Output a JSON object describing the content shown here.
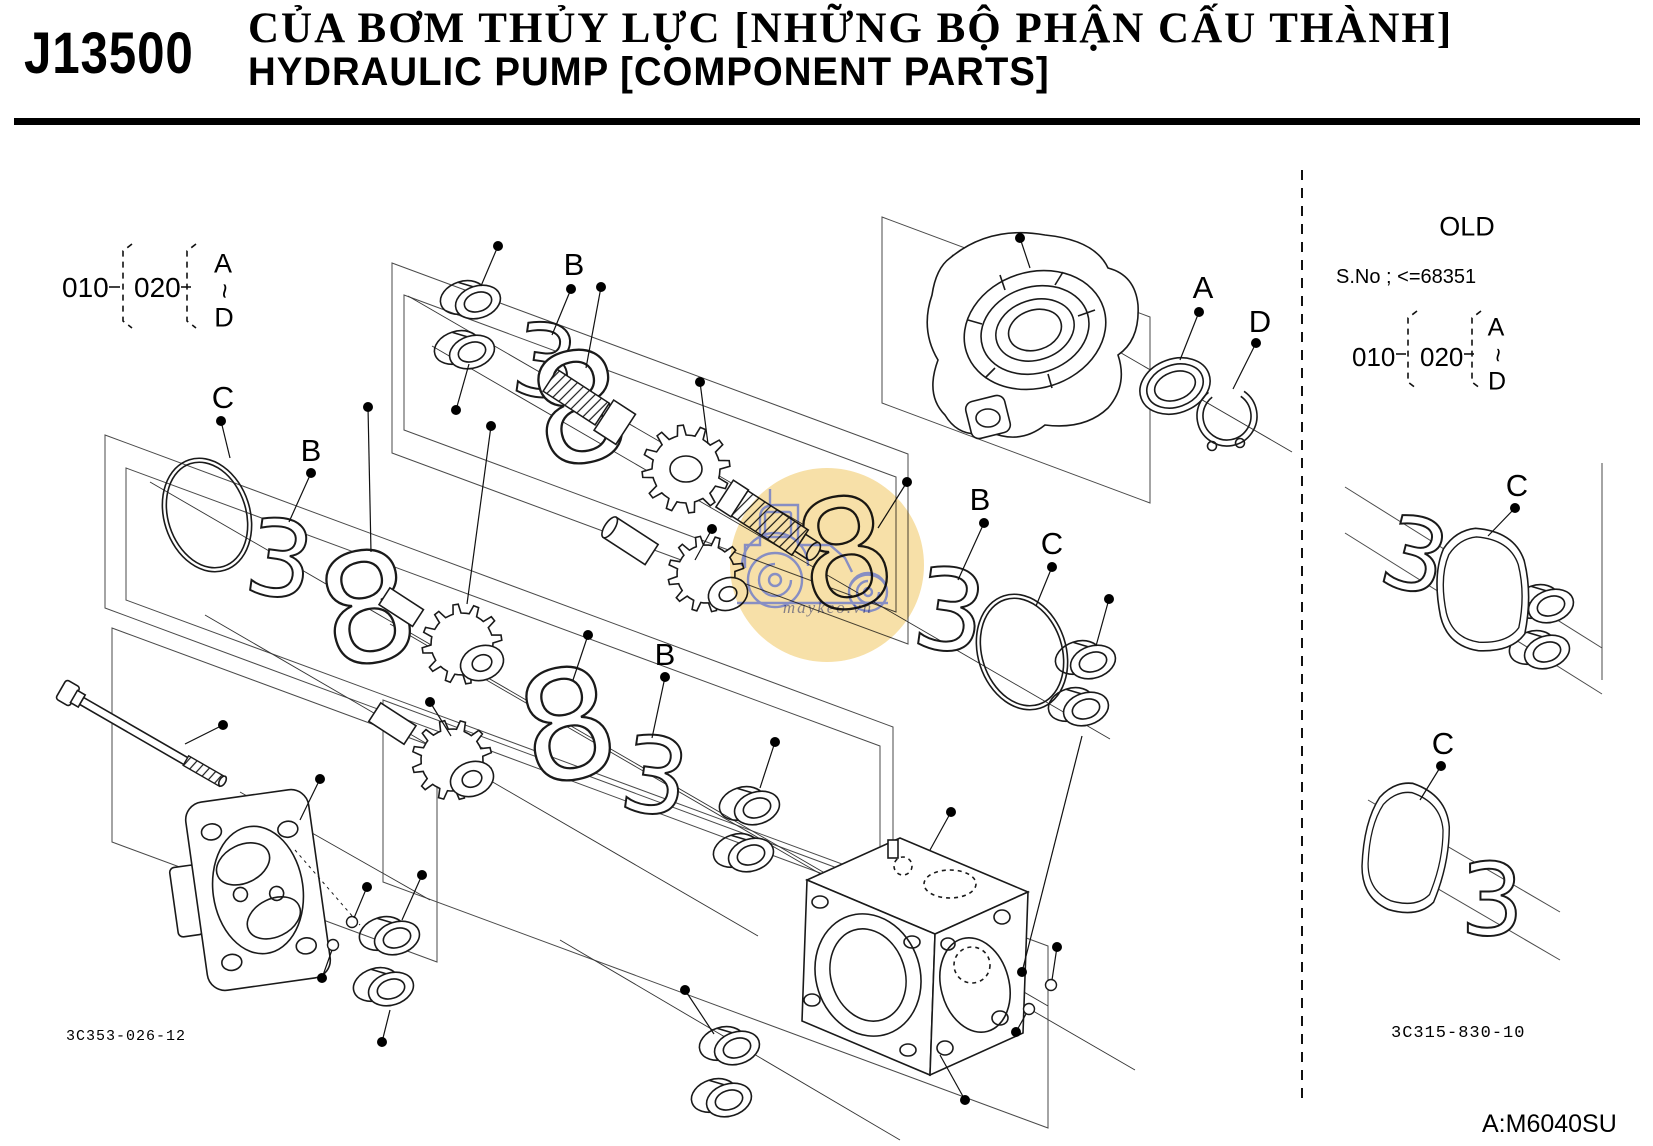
{
  "header": {
    "code": "J13500",
    "title_vi": "CỦA BƠM THỦY LỰC [NHỮNG BỘ PHẬN CẤU THÀNH]",
    "title_en": "HYDRAULIC PUMP [COMPONENT PARTS]"
  },
  "ref_block_new": {
    "item_1": "010",
    "item_2": "020",
    "range_start": "A",
    "range_tilde": "~",
    "range_end": "D"
  },
  "old_section": {
    "title": "OLD",
    "serial_note": "S.No ; <=68351",
    "ref_block": {
      "item_1": "010",
      "item_2": "020",
      "range_start": "A",
      "range_tilde": "~",
      "range_end": "D"
    },
    "callouts": [
      {
        "letter": "C"
      },
      {
        "letter": "C"
      }
    ],
    "drawing_number": "3C315-830-10"
  },
  "main_diagram": {
    "drawing_number": "3C353-026-12",
    "callouts": [
      {
        "letter": "C"
      },
      {
        "letter": "B"
      },
      {
        "letter": "B"
      },
      {
        "letter": "B"
      },
      {
        "letter": "B"
      },
      {
        "letter": "C"
      },
      {
        "letter": "A"
      },
      {
        "letter": "D"
      }
    ]
  },
  "watermark": {
    "text": "maykeo.vn",
    "badge_color": "#F7E0A8",
    "line_color": "#7E88C6"
  },
  "footer": {
    "variant_code": "A:M6040SU"
  }
}
